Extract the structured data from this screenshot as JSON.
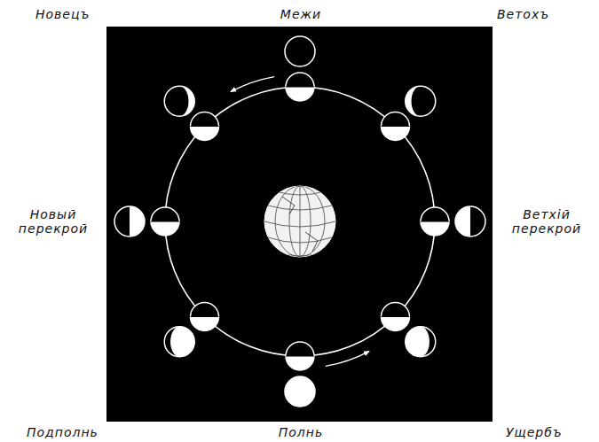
{
  "diagram": {
    "labels": [
      "Новецъ",
      "Межи",
      "Ветохъ",
      "Новый перекрой",
      "Ветхій перекрой",
      "Подполнь",
      "Полнь",
      "Ущербъ"
    ]
  }
}
